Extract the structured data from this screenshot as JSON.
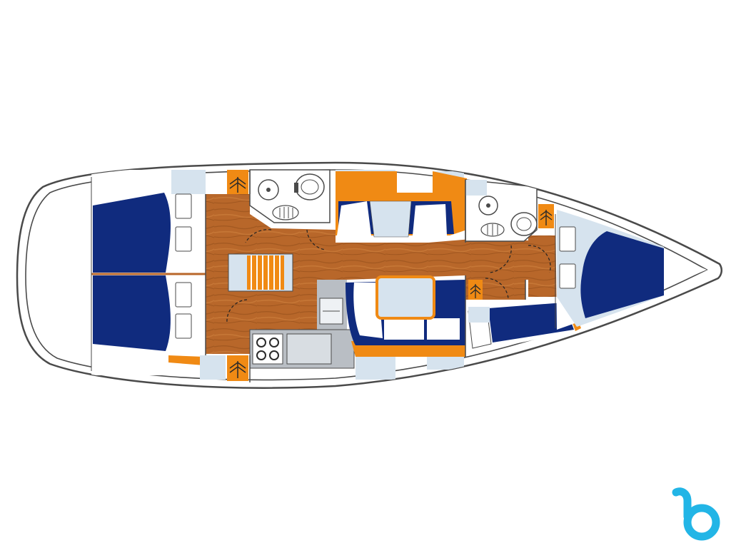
{
  "image": {
    "kind": "sailboat-interior-layout-plan",
    "rooms": [
      "aft-cabin-port",
      "aft-cabin-starboard",
      "forward-cabin",
      "aft-head",
      "forward-head",
      "saloon",
      "galley",
      "chart-table",
      "companionway"
    ]
  },
  "colors": {
    "hull_outline": "#4a4a4a",
    "berth_blue": "#102b7e",
    "cushion_light": "#d6e3ee",
    "wood_floor": "#b8672a",
    "wood_grain": "#8f4b17",
    "accent_orange": "#f08a14",
    "galley_grey": "#b9bec4",
    "logo_cyan": "#22b5e6"
  },
  "icons": {
    "logo": "brand-b-logo-icon",
    "hatch": "hatch-arrow-icon",
    "stove": "stove-burner-icon",
    "toilet": "toilet-icon",
    "sink": "sink-icon"
  }
}
